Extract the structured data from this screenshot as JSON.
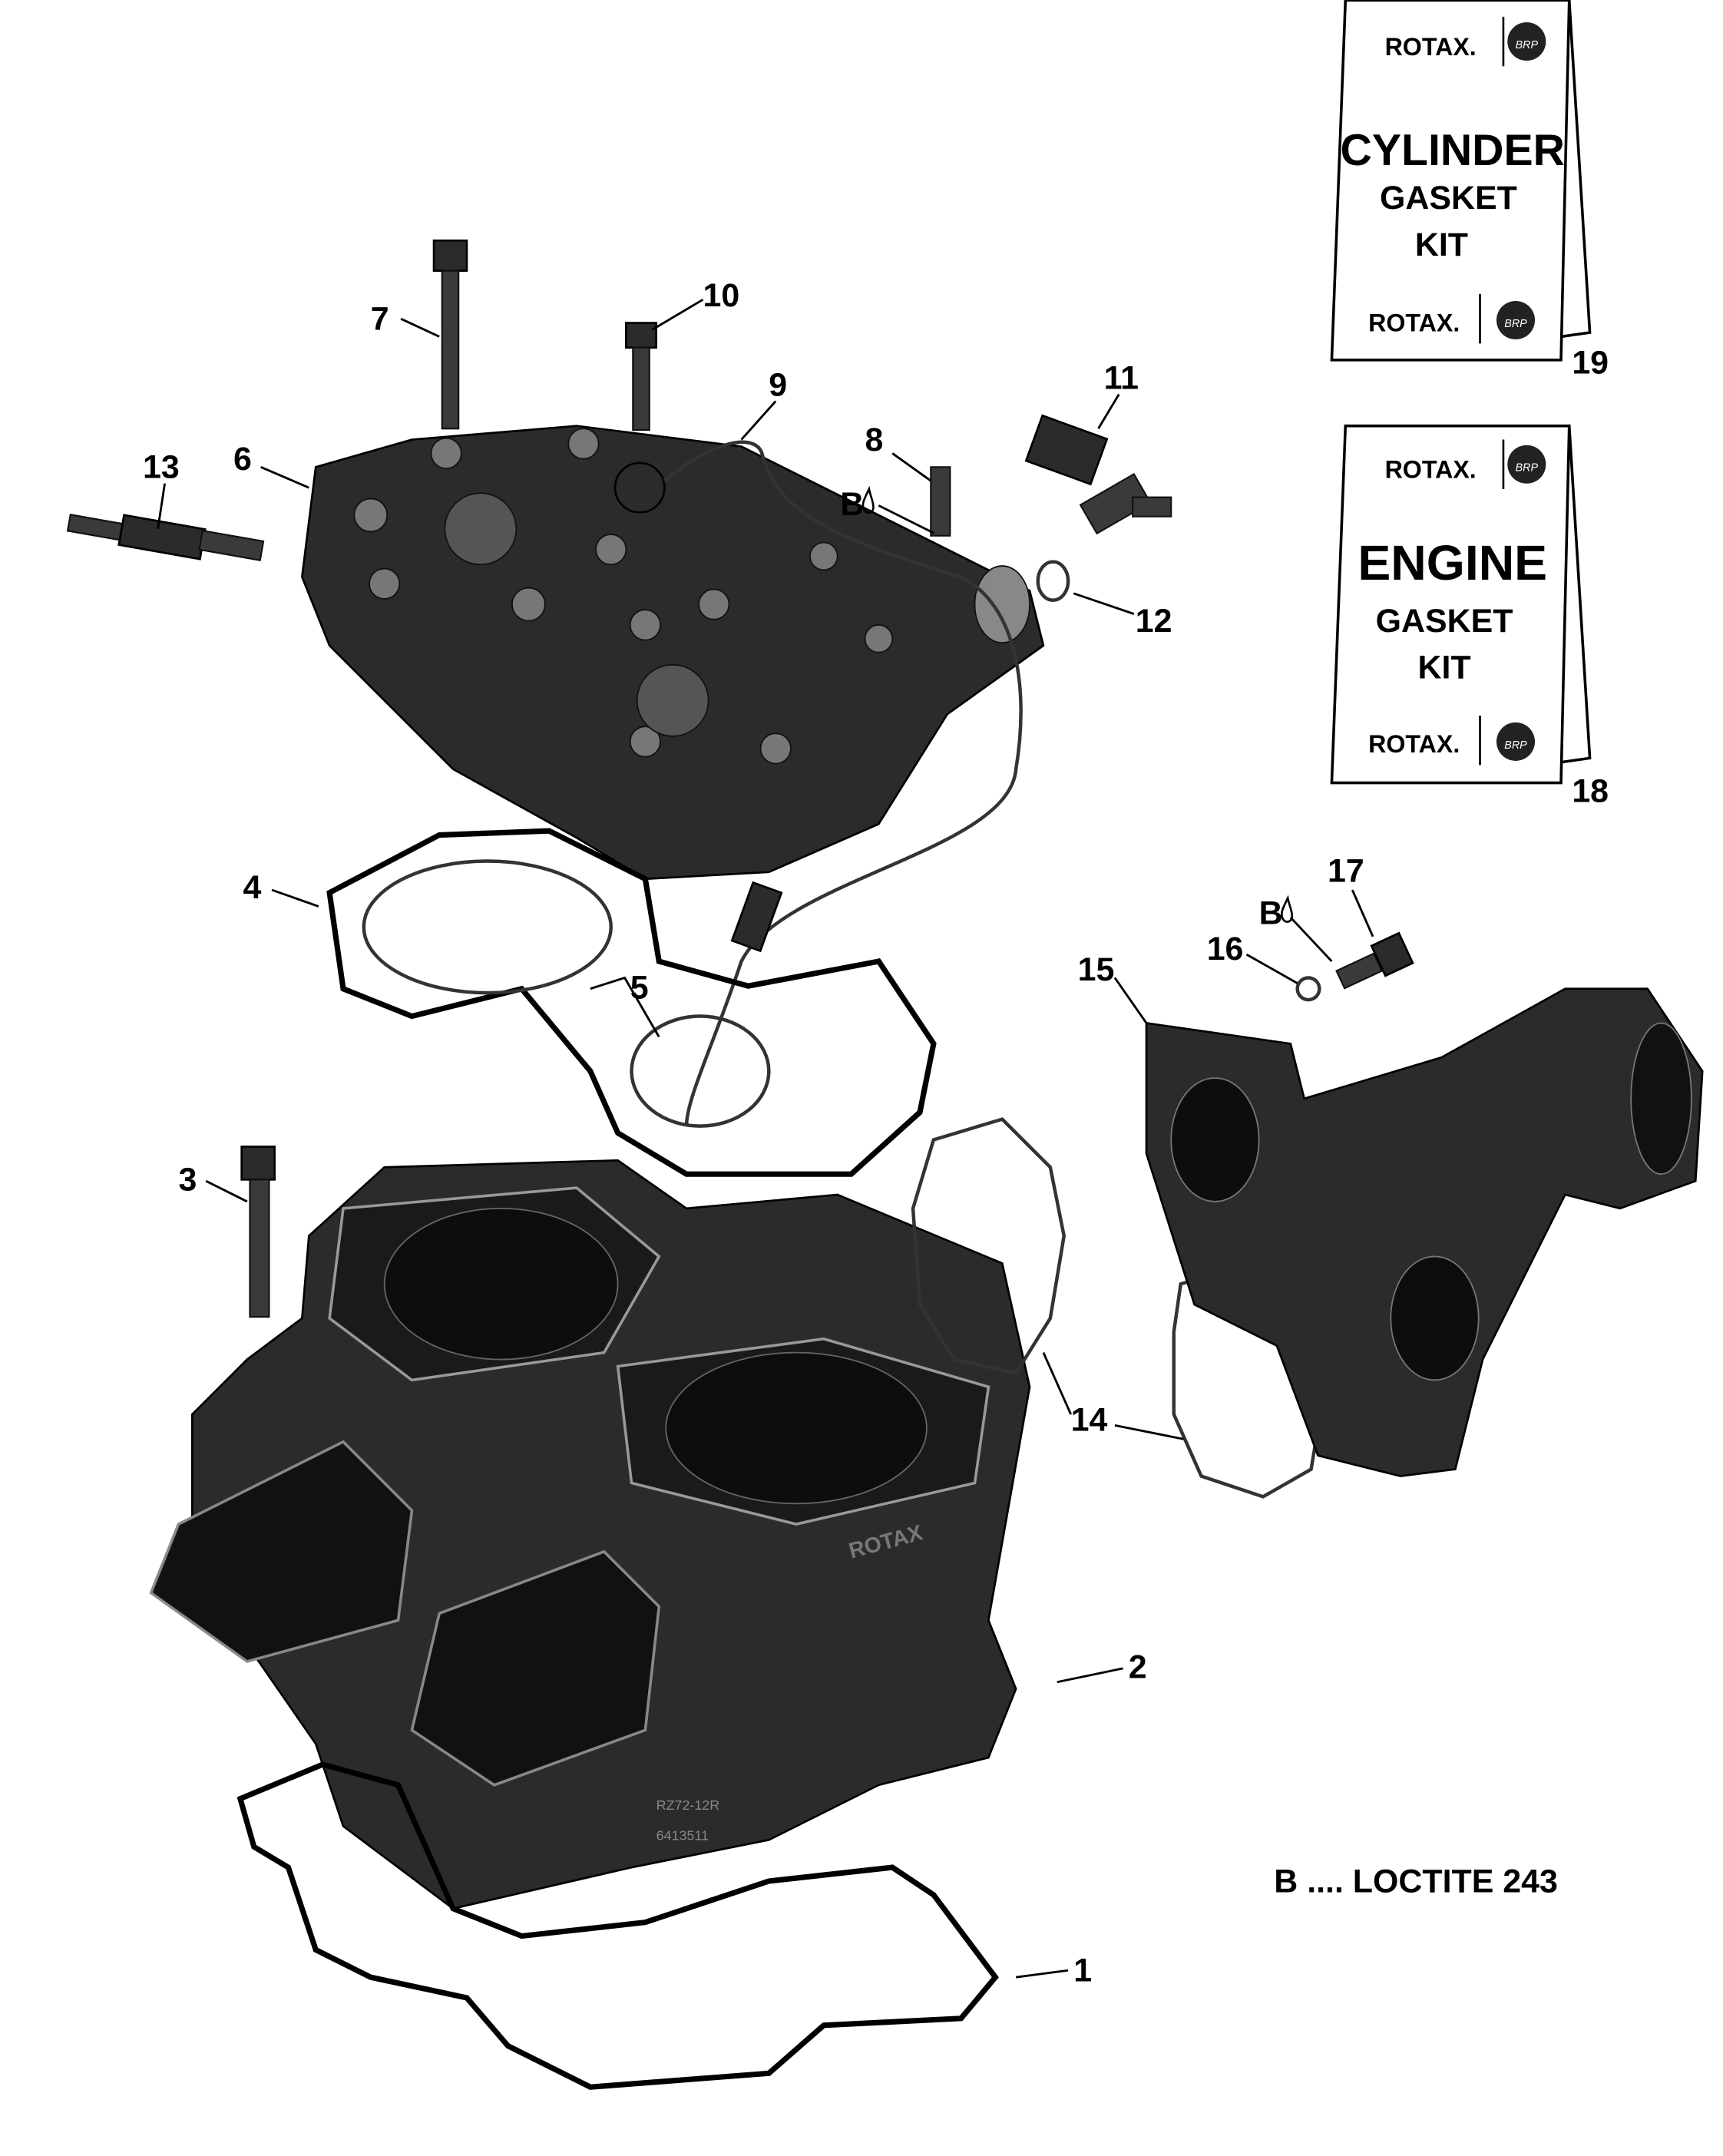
{
  "callouts": {
    "c1": "1",
    "c2": "2",
    "c3": "3",
    "c4": "4",
    "c5": "5",
    "c6": "6",
    "c7": "7",
    "c8": "8",
    "c9": "9",
    "c10": "10",
    "c11": "11",
    "c12": "12",
    "c13": "13",
    "c14": "14",
    "c15": "15",
    "c16": "16",
    "c17": "17",
    "c18": "18",
    "c19": "19"
  },
  "sealant_marks": {
    "head_bolt": "B",
    "manifold_screw": "B"
  },
  "kits": [
    {
      "brand": "ROTAX.",
      "logo": "BRP",
      "line1": "CYLINDER",
      "line2": "GASKET",
      "line3": "KIT",
      "callout": "19"
    },
    {
      "brand": "ROTAX.",
      "logo": "BRP",
      "line1": "ENGINE",
      "line2": "GASKET",
      "line3": "KIT",
      "callout": "18"
    }
  ],
  "legend": {
    "text": "B .... LOCTITE 243"
  },
  "block_stamp": {
    "brand": "ROTAX",
    "code1": "RZ72-12R",
    "code2": "6413511"
  },
  "colors": {
    "part": "#2b2b2b",
    "line": "#000000",
    "background": "#ffffff"
  }
}
